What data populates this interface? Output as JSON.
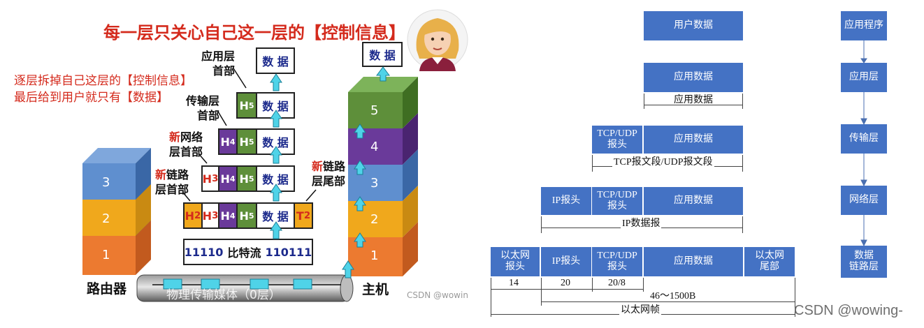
{
  "left": {
    "title": "每一层只关心自己这一层的【控制信息】",
    "note_line1": "逐层拆掉自己这层的【控制信息】",
    "note_line2": "最后给到用户就只有【数据】",
    "label_app_header_1": "应用层",
    "label_app_header_2": "首部",
    "label_trans_header_1": "传输层",
    "label_trans_header_2": "首部",
    "label_net_header_new": "新",
    "label_net_header_1": "网络",
    "label_net_header_2": "层首部",
    "label_link_header_new": "新",
    "label_link_header_1": "链路",
    "label_link_header_2": "层首部",
    "label_link_trailer_new": "新",
    "label_link_trailer_1": "链路",
    "label_link_trailer_2": "层尾部",
    "data_word": "数 据",
    "h5": "H",
    "h5_sub": "5",
    "h4": "H",
    "h4_sub": "4",
    "h3": "H",
    "h3_sub": "3",
    "h2": "H",
    "h2_sub": "2",
    "t2": "T",
    "t2_sub": "2",
    "bitstream_left": "11110",
    "bitstream_mid": "比特流",
    "bitstream_right": "110111",
    "router_label": "路由器",
    "host_label": "主机",
    "medium_label": "物理传输媒体（0层）",
    "router_layers": [
      "3",
      "2",
      "1"
    ],
    "host_layers": [
      "5",
      "4",
      "3",
      "2",
      "1"
    ],
    "watermark": "CSDN @wowin",
    "colors": {
      "red": "#d42a1c",
      "h5": "#5e8f3a",
      "h4": "#6a3a9a",
      "h3": "#3d67b5",
      "h2": "#f0a81c",
      "layer5": "#5e8f3a",
      "layer4": "#6a3a9a",
      "layer3": "#5f8fcf",
      "layer2": "#f0a81c",
      "layer1": "#ec7a30",
      "arrow": "#4fd3e8",
      "bit_blue": "#1c2a8c"
    }
  },
  "right": {
    "row1": {
      "data": "用户数据",
      "layer": "应用程序"
    },
    "row2": {
      "data": "应用数据",
      "layer": "应用层",
      "span": "应用数据"
    },
    "row3": {
      "hdr": "TCP/UDP\n报头",
      "data": "应用数据",
      "layer": "传输层",
      "span": "TCP报文段/UDP报文段"
    },
    "row4": {
      "ip": "IP报头",
      "hdr": "TCP/UDP\n报头",
      "data": "应用数据",
      "layer": "网络层",
      "span": "IP数据报"
    },
    "row5": {
      "eth_head": "以太网\n报头",
      "ip": "IP报头",
      "hdr": "TCP/UDP\n报头",
      "data": "应用数据",
      "eth_tail": "以太网\n尾部",
      "layer": "数据\n链路层",
      "size_eth": "14",
      "size_ip": "20",
      "size_tcp": "20/8",
      "size_payload": "46～1500B",
      "span": "以太网帧"
    },
    "watermark": "CSDN @wowing-",
    "colors": {
      "box": "#4472c4"
    }
  }
}
